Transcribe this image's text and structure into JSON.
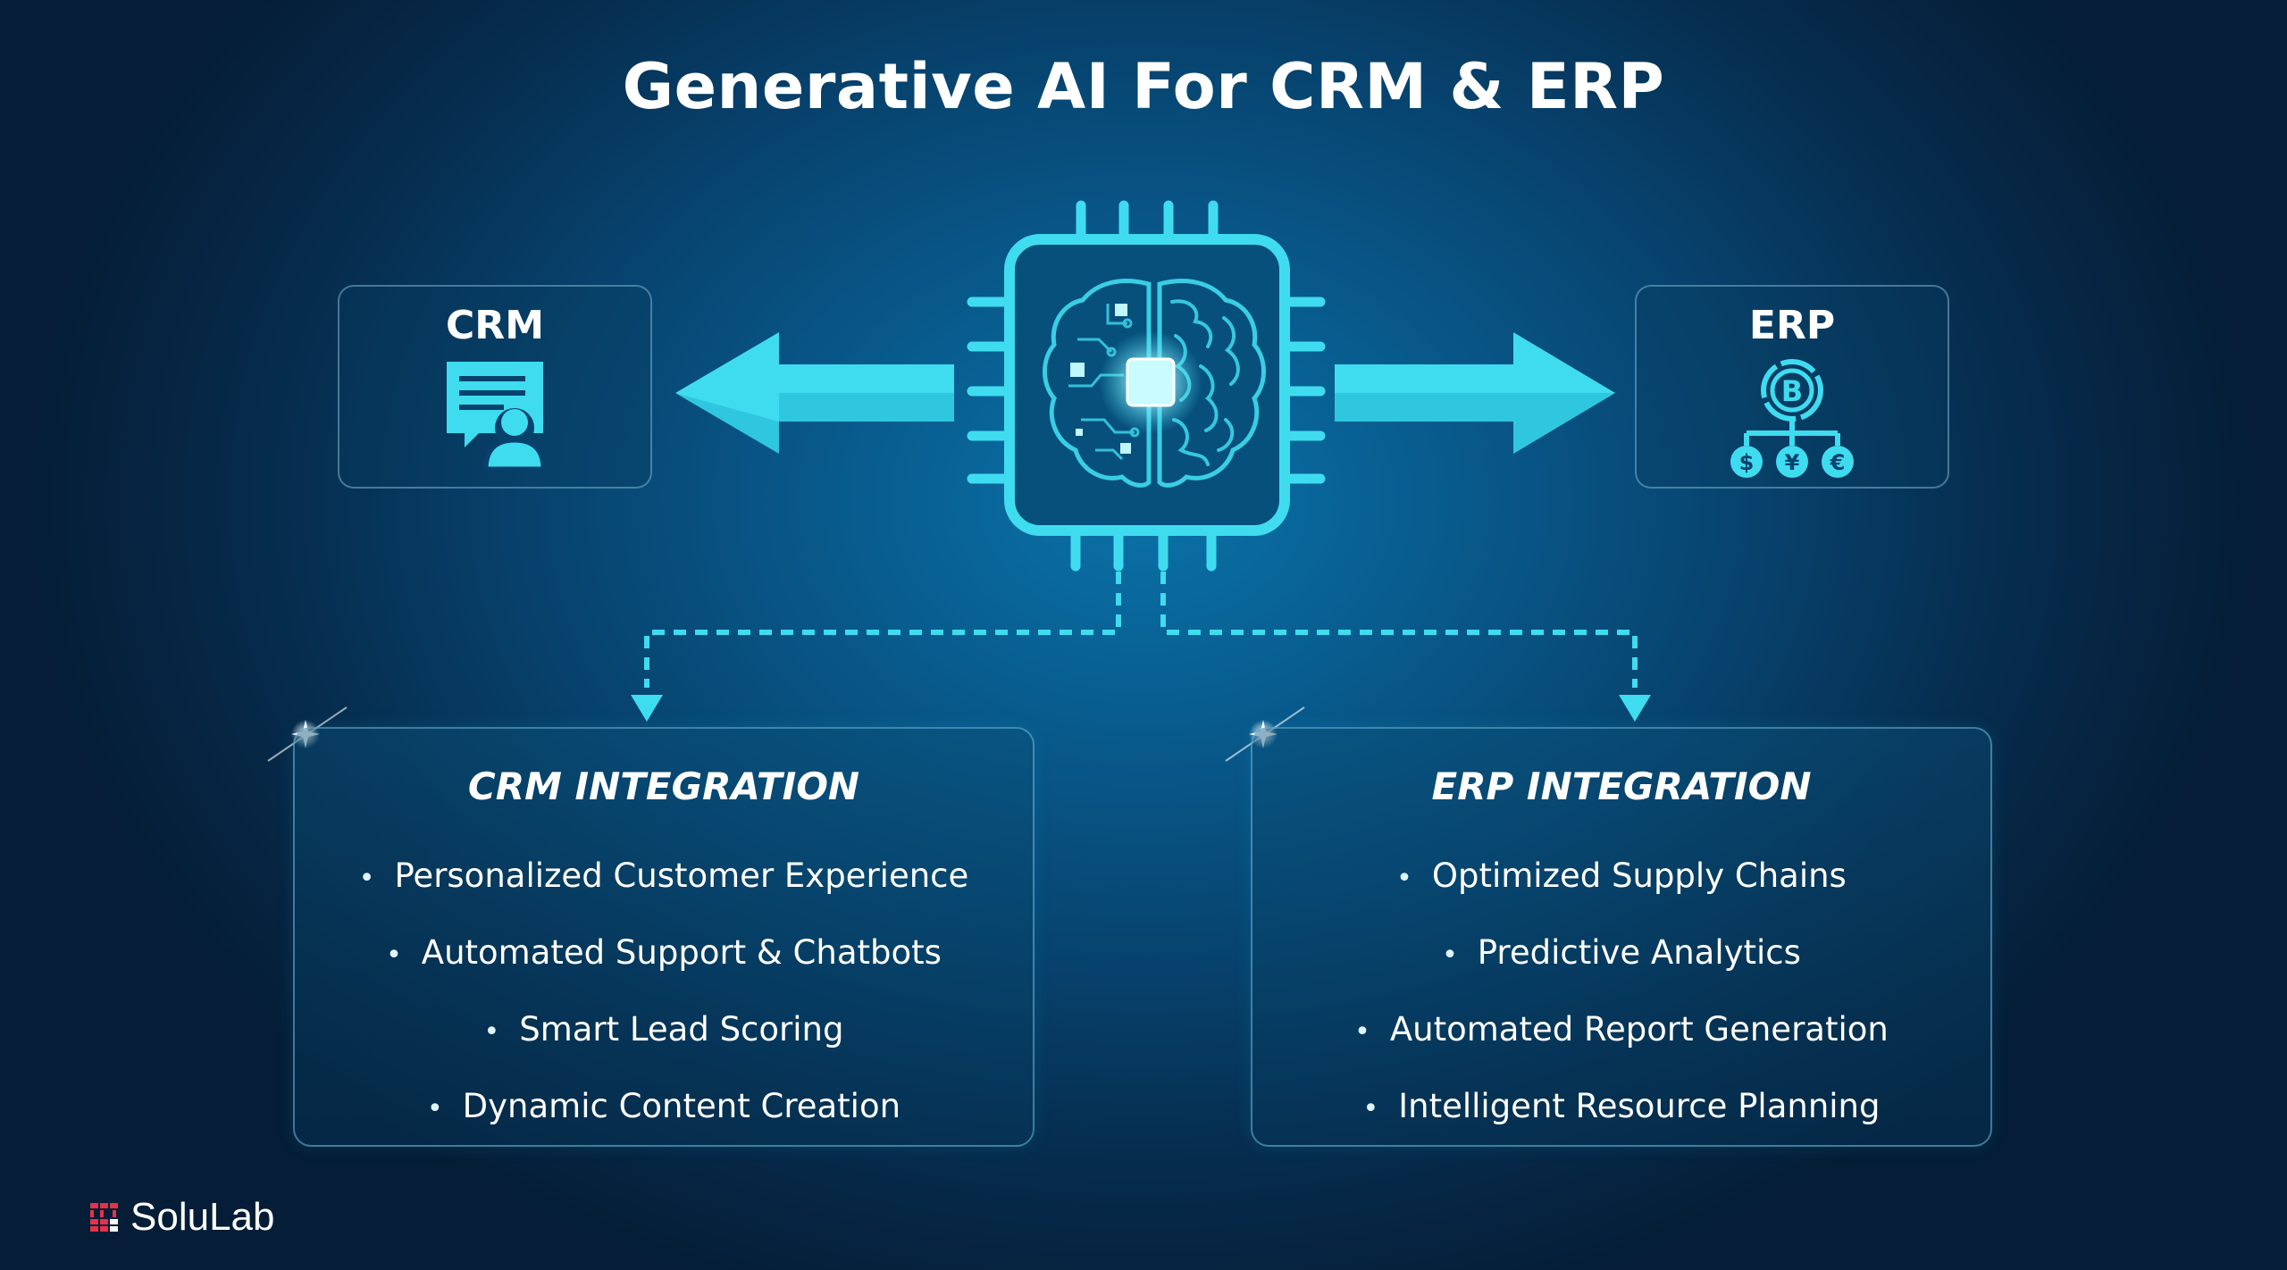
{
  "title": "Generative AI For CRM & ERP",
  "crm_card": {
    "label": "CRM",
    "icon": "certificate-user-icon"
  },
  "erp_card": {
    "label": "ERP",
    "icon": "bitcoin-currency-tree-icon",
    "currency_symbols": [
      "$",
      "¥",
      "€"
    ]
  },
  "center_icon": "ai-chip-brain-icon",
  "crm_integration": {
    "title": "CRM INTEGRATION",
    "items": [
      "Personalized Customer Experience",
      "Automated Support & Chatbots",
      "Smart Lead Scoring",
      "Dynamic Content Creation"
    ]
  },
  "erp_integration": {
    "title": "ERP INTEGRATION",
    "items": [
      "Optimized Supply Chains",
      "Predictive Analytics",
      "Automated Report Generation",
      "Intelligent Resource Planning"
    ]
  },
  "logo": {
    "text": "SoluLab"
  },
  "colors": {
    "accent": "#3fdcf0",
    "background": "#07426d",
    "text": "#ffffff",
    "logo_red": "#e2334a"
  }
}
